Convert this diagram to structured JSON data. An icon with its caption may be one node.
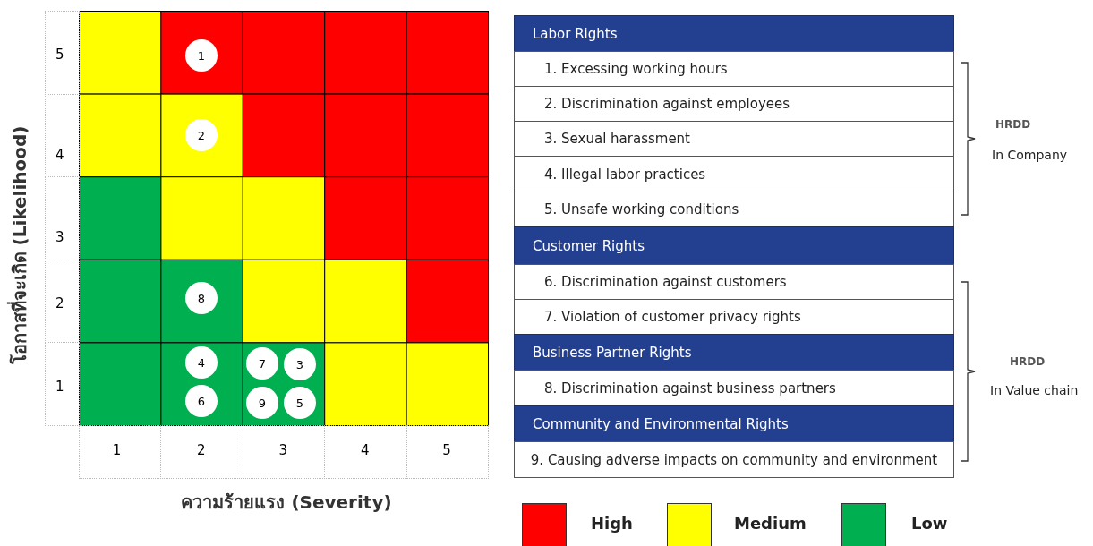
{
  "diagram": {
    "nodes": [
      {
        "text": [
          "1"
        ]
      },
      {
        "text": [
          "2"
        ]
      },
      {
        "text": [
          "8"
        ]
      },
      {
        "text": [
          "4"
        ]
      },
      {
        "text": [
          "7"
        ]
      },
      {
        "text": [
          "3"
        ]
      },
      {
        "text": [
          "6"
        ]
      },
      {
        "text": [
          "9"
        ]
      },
      {
        "text": [
          "5"
        ]
      }
    ],
    "edges": [],
    "labels": [
      "โอกาสที่จะเกิด (Likelihood)",
      "5",
      "4",
      "3",
      "2",
      "1",
      "1",
      "2",
      "3",
      "4",
      "5",
      "ความร้ายแรง (Severity)",
      "Labor Rights",
      "1. Excessing working hours",
      "2. Discrimination against employees",
      "3. Sexual harassment",
      "4. Illegal labor practices",
      "5. Unsafe working conditions",
      "Customer Rights",
      "6. Discrimination against customers",
      "7. Violation of customer privacy rights",
      "Business Partner Rights",
      "8. Discrimination against business partners",
      "Community and Environmental Rights",
      "9. Causing adverse impacts on community and environment",
      "HRDD",
      "In Company",
      "HRDD",
      "In Value chain"
    ],
    "legend": [
      {
        "text": "High",
        "color": "#ff0000"
      },
      {
        "text": "Medium",
        "color": "#ffff00"
      },
      {
        "text": "Low",
        "color": "#00b050"
      }
    ]
  }
}
